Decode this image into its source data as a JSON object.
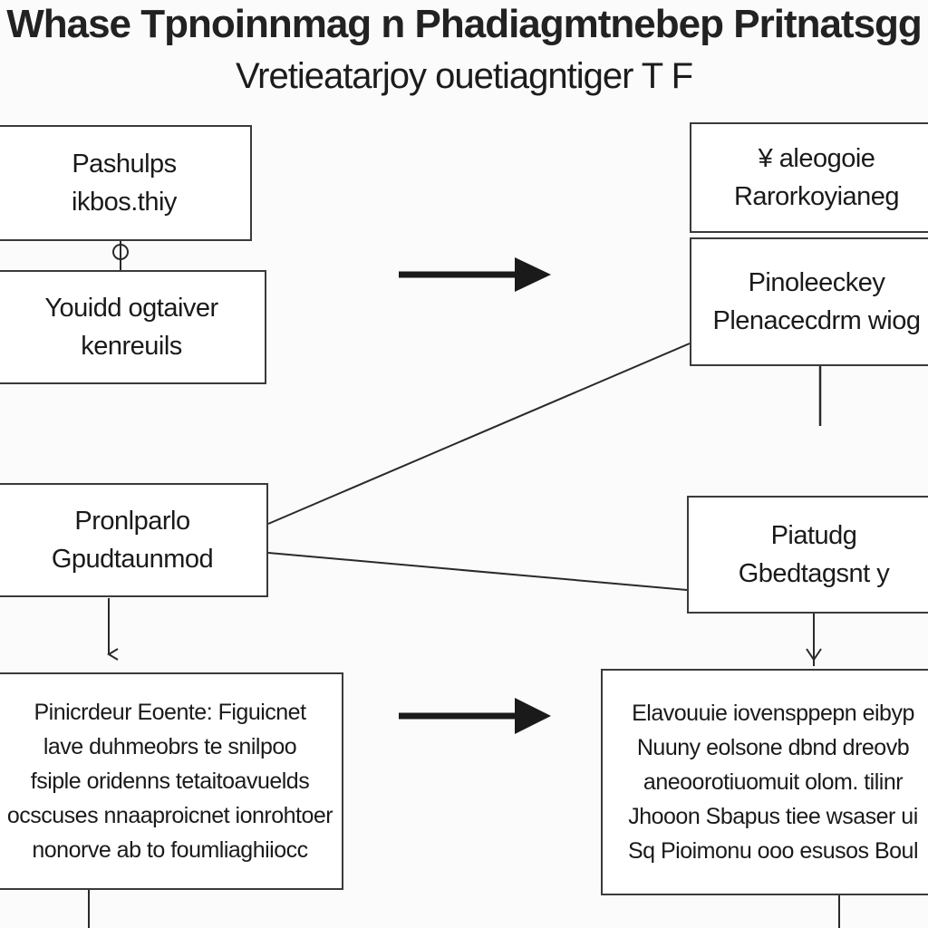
{
  "title": {
    "line1": "Whase Tpnoinnmag n Phadiagmtnebep Pritnatsgg",
    "line2": "Vretieatarjoy ouetiagntiger T F"
  },
  "nodes": {
    "a": {
      "lines": [
        "Pashulps",
        "ikbos.thiy"
      ]
    },
    "b": {
      "lines": [
        "Youidd ogtaiver",
        "kenreuils"
      ]
    },
    "c": {
      "lines": [
        "Pronlparlo",
        "Gpudtaunmod"
      ]
    },
    "d": {
      "lines": [
        "Pinicrdeur Eoente: Figuicnet",
        "lave duhmeobrs te snilpoo",
        "fsiple oridenns tetaitoavuelds",
        "ocscuses nnaaproicnet ionrohtoer",
        "nonorve ab to foumliaghiiocc"
      ]
    },
    "e": {
      "lines": [
        "¥ aleogoie",
        "Rarorkoyianeg"
      ]
    },
    "f": {
      "lines": [
        "Pinoleeckey",
        "Plenacecdrm wiog"
      ]
    },
    "g": {
      "lines": [
        "Piatudg",
        "Gbedtagsnt y"
      ]
    },
    "h": {
      "lines": [
        "Elavouuie iovensppepn eibyp",
        "Nuuny eolsone dbnd dreovb",
        "aneoorotiuomuit olom. tilinr",
        "Jhooon Sbapus tiee wsaser ui",
        "Sq Pioimonu ooo esusos Boul"
      ]
    }
  },
  "colors": {
    "line": "#2a2a2a",
    "arrow": "#1a1a1a",
    "border": "#3a3a3a"
  }
}
